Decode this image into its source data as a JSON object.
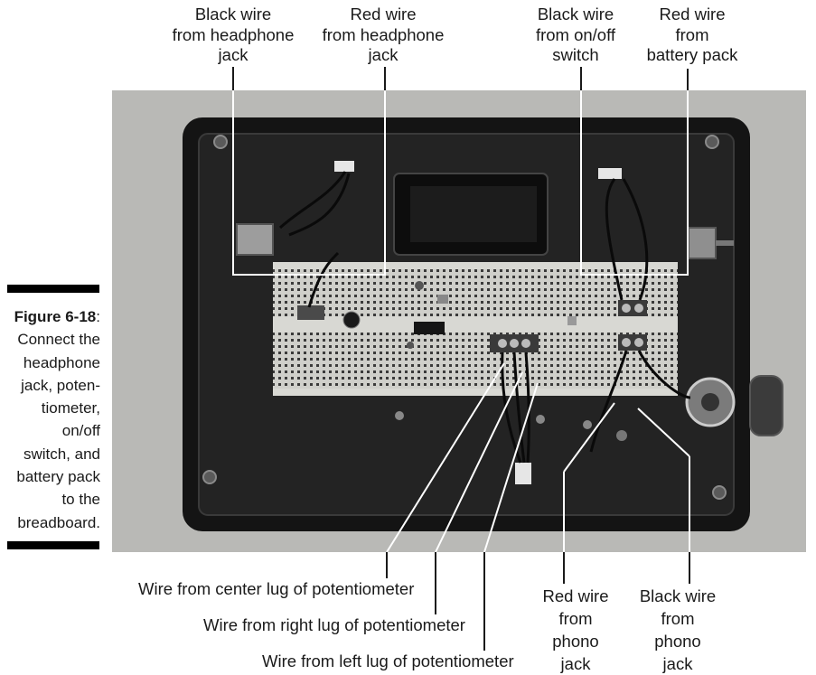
{
  "callouts_top": [
    "Black wire\nfrom headphone\njack",
    "Red wire\nfrom headphone\njack",
    "Black wire\nfrom on/off\nswitch",
    "Red wire\nfrom\nbattery pack"
  ],
  "caption": {
    "number": "Figure 6-18",
    "text": "Connect the\nheadphone\njack, poten-\ntiometer,\non/off\nswitch, and\nbattery pack\nto the\nbreadboard."
  },
  "callouts_bottom": [
    "Wire from center lug of potentiometer",
    "Wire from right lug of potentiometer",
    "Wire from left lug of potentiometer",
    "Red wire\nfrom\nphono\njack",
    "Black wire\nfrom\nphono\njack"
  ]
}
